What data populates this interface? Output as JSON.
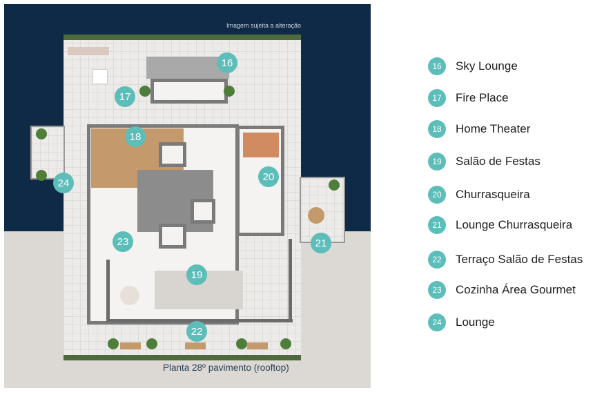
{
  "plan": {
    "note": "Imagem sujeita a alteração",
    "caption": "Planta 28º pavimento (rooftop)",
    "markers": [
      "16",
      "17",
      "18",
      "19",
      "20",
      "21",
      "22",
      "23",
      "24"
    ]
  },
  "legend": [
    {
      "num": "16",
      "label": "Sky Lounge"
    },
    {
      "num": "17",
      "label": "Fire Place"
    },
    {
      "num": "18",
      "label": "Home Theater"
    },
    {
      "num": "19",
      "label": "Salão de Festas"
    },
    {
      "num": "20",
      "label": "Churrasqueira"
    },
    {
      "num": "21",
      "label": "Lounge Churrasqueira"
    },
    {
      "num": "22",
      "label": "Terraço Salão de Festas"
    },
    {
      "num": "23",
      "label": "Cozinha Área Gourmet"
    },
    {
      "num": "24",
      "label": "Lounge"
    }
  ],
  "colors": {
    "navy": "#0f2a47",
    "teal": "#5cbdb9",
    "beige": "#dcd9d5"
  }
}
